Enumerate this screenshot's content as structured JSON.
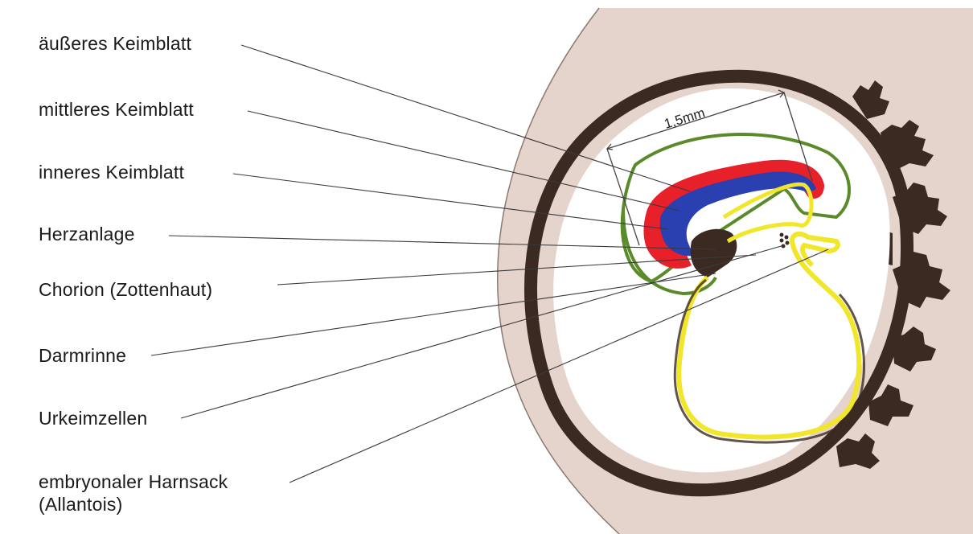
{
  "labels": {
    "outer_germ_layer": "äußeres Keimblatt",
    "middle_germ_layer": "mittleres Keimblatt",
    "inner_germ_layer": "inneres Keimblatt",
    "heart_anlage": "Herzanlage",
    "chorion": "Chorion (Zottenhaut)",
    "gut_groove": "Darmrinne",
    "primordial_germ_cells": "Urkeimzellen",
    "allantois_line1": "embryonaler Harnsack",
    "allantois_line2": "(Allantois)"
  },
  "scale": {
    "text": "1,5mm"
  },
  "colors": {
    "uterine_wall": "#e4d4cc",
    "chorion": "#3b2a22",
    "ectoderm": "#e8202a",
    "mesoderm": "#2a3fb0",
    "endoderm": "#f2e62a",
    "amnion": "#5a8a2a"
  }
}
